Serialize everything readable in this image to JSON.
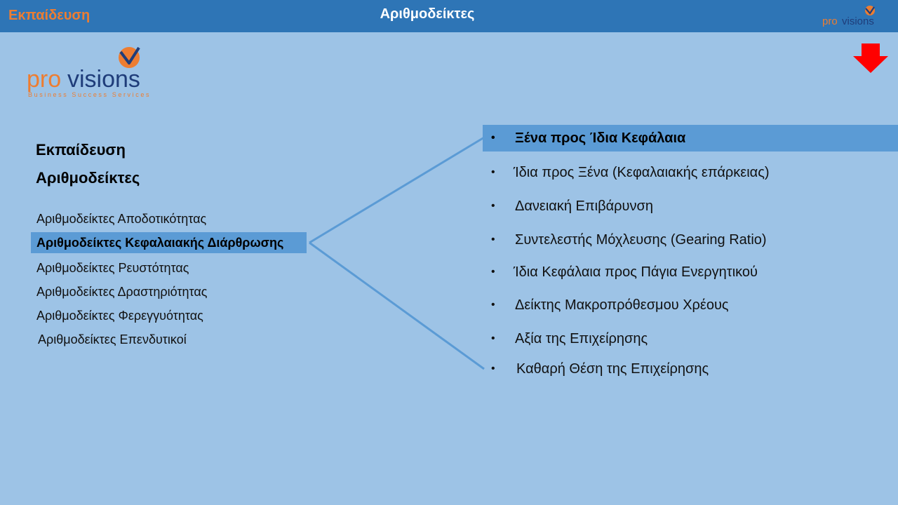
{
  "topbar": {
    "left_label": "Εκπαίδευση",
    "title": "Αριθμοδείκτες",
    "logo_text": {
      "pro": "pro",
      "visions": "visions"
    }
  },
  "main_logo": {
    "pro": "pro",
    "visions": "visions",
    "tagline": "Business Success Services"
  },
  "sidebar": {
    "heading1": "Εκπαίδευση",
    "heading2": "Αριθμοδείκτες",
    "items": [
      {
        "label": "Αριθμοδείκτες Αποδοτικότητας",
        "selected": false
      },
      {
        "label": "Αριθμοδείκτες Κεφαλαιακής  Διάρθρωσης",
        "selected": true
      },
      {
        "label": "Αριθμοδείκτες Ρευστότητας",
        "selected": false
      },
      {
        "label": "Αριθμοδείκτες Δραστηριότητας",
        "selected": false
      },
      {
        "label": "Αριθμοδείκτες Φερεγγυότητας",
        "selected": false
      },
      {
        "label": "Αριθμοδείκτες Επενδυτικοί",
        "selected": false
      }
    ]
  },
  "ratios": {
    "bullet": "•",
    "items": [
      {
        "label": "Ξένα προς Ίδια Κεφάλαια",
        "selected": true
      },
      {
        "label": "Ίδια προς Ξένα (Κεφαλαιακής επάρκειας)",
        "selected": false
      },
      {
        "label": "Δανειακή Επιβάρυνση",
        "selected": false
      },
      {
        "label": "Συντελεστής Μόχλευσης  (Gearing Ratio)",
        "selected": false
      },
      {
        "label": "Ίδια Κεφάλαια προς Πάγια Ενεργητικού",
        "selected": false
      },
      {
        "label": "Δείκτης Μακροπρόθεσμου Χρέους",
        "selected": false
      },
      {
        "label": "Αξία της Επιχείρησης",
        "selected": false
      },
      {
        "label": "Καθαρή Θέση της Επιχείρησης",
        "selected": false
      }
    ]
  },
  "colors": {
    "background": "#9dc3e6",
    "topbar": "#2e75b6",
    "highlight": "#5b9bd5",
    "accent_orange": "#ed7d31",
    "brand_blue": "#1f3d7a",
    "arrow_red": "#ff0000",
    "connector": "#5b9bd5"
  },
  "icons": {
    "down_arrow": "down-arrow-icon",
    "logo_mark": "provisions-logo-mark-icon"
  }
}
